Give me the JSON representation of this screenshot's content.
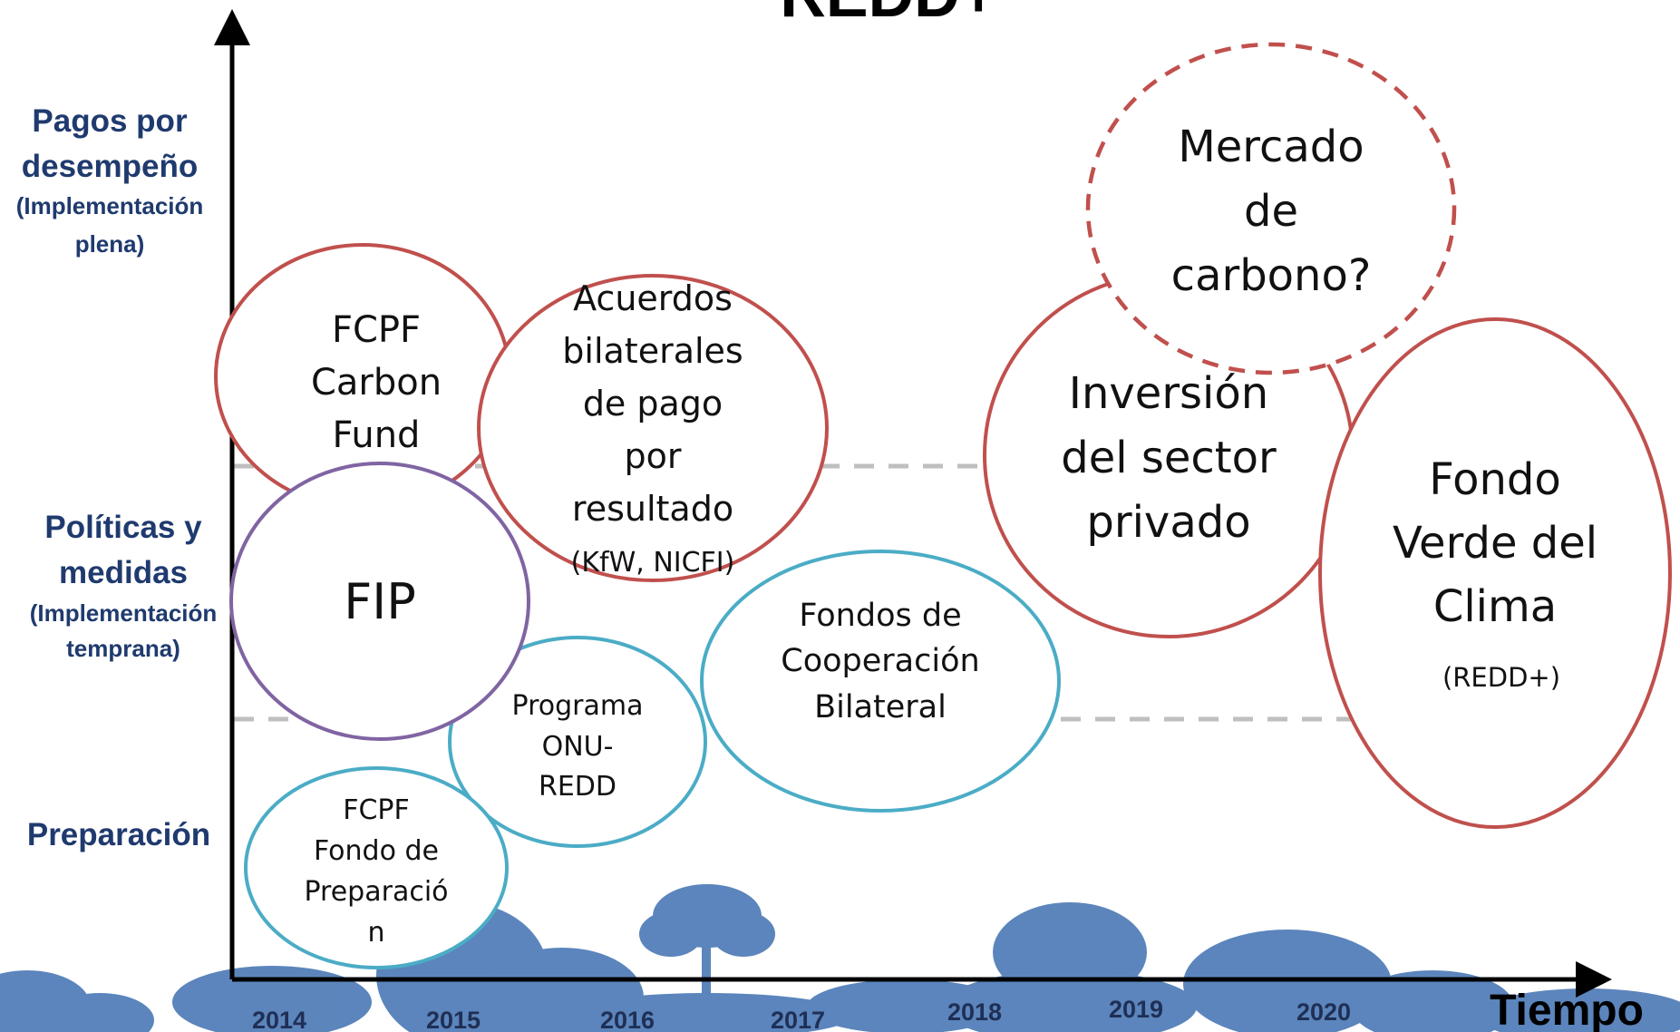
{
  "title": "REDD+",
  "x_axis": {
    "label": "Tiempo",
    "years": [
      "2014",
      "2015",
      "2016",
      "2017",
      "2018",
      "2019",
      "2020"
    ]
  },
  "y_axis": {
    "levels": [
      {
        "main_1": "Pagos por",
        "main_2": "desempeño",
        "sub_1": "(Implementación",
        "sub_2": "plena)"
      },
      {
        "main_1": "Políticas y",
        "main_2": "medidas",
        "sub_1": "(Implementación",
        "sub_2": "temprana)"
      },
      {
        "main_1": "Preparación"
      }
    ]
  },
  "bubbles": {
    "fcpf_carbon_fund": {
      "lines": [
        "FCPF",
        "Carbon",
        "Fund"
      ],
      "color": "#c0504d"
    },
    "acuerdos_bilaterales": {
      "lines": [
        "Acuerdos",
        "bilaterales",
        "de pago",
        "por",
        "resultado",
        "(KfW, NICFI)"
      ],
      "color": "#c0504d"
    },
    "fip": {
      "lines": [
        "FIP"
      ],
      "color": "#8064a2"
    },
    "onu_redd": {
      "lines": [
        "Programa",
        "ONU-",
        "REDD"
      ],
      "color": "#4bacc6"
    },
    "fcpf_preparacion": {
      "lines": [
        "FCPF",
        "Fondo de",
        "Preparació",
        "n"
      ],
      "color": "#4bacc6"
    },
    "fondos_cooperacion": {
      "lines": [
        "Fondos de",
        "Cooperación",
        "Bilateral"
      ],
      "color": "#4bacc6"
    },
    "inversion_privado": {
      "lines": [
        "Inversión",
        "del sector",
        "privado"
      ],
      "color": "#c0504d"
    },
    "mercado_carbono": {
      "lines": [
        "Mercado",
        "de",
        "carbono?"
      ],
      "color": "#c0504d"
    },
    "fondo_verde": {
      "lines": [
        "Fondo",
        "Verde del",
        "Clima"
      ],
      "note": "(REDD+)",
      "color": "#c0504d"
    }
  },
  "colors": {
    "axis": "#000000",
    "label_text": "#1f3a6e",
    "forest": "#4a78b5",
    "divider": "#bfbfbf"
  }
}
